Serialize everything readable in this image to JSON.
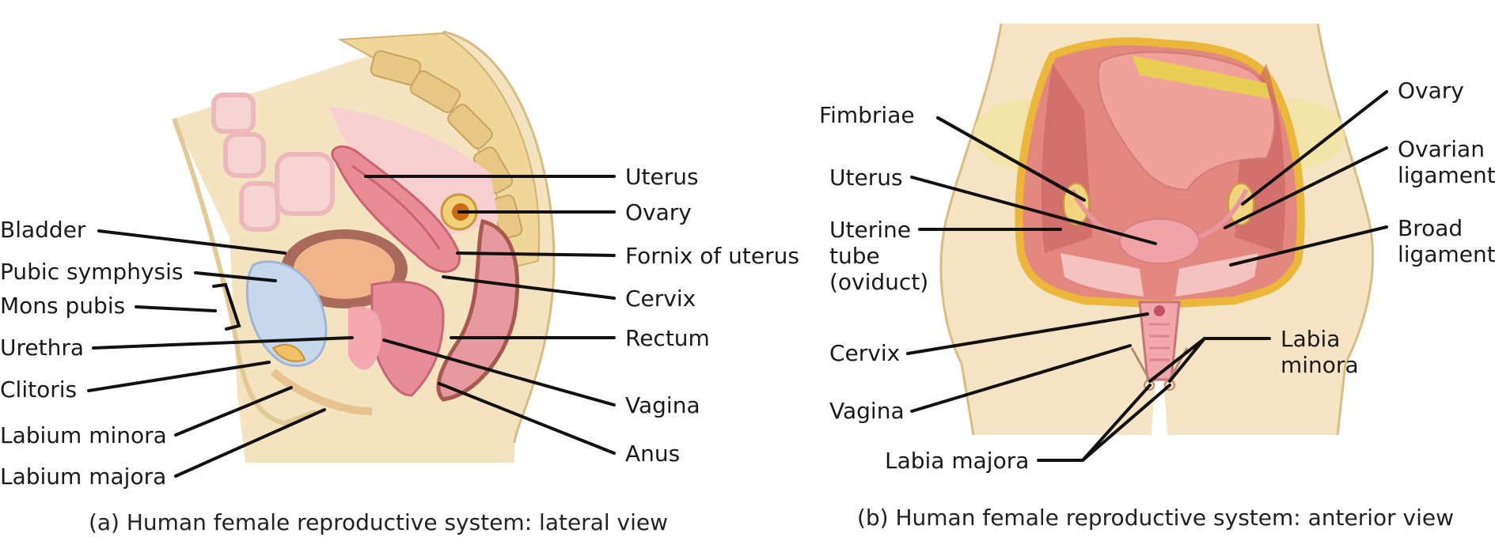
{
  "lateral": {
    "caption": "(a) Human female reproductive system: lateral view",
    "labels": {
      "bladder": "Bladder",
      "pubic_symphysis": "Pubic symphysis",
      "mons_pubis": "Mons pubis",
      "urethra": "Urethra",
      "clitoris": "Clitoris",
      "labium_minora": "Labium minora",
      "labium_majora": "Labium majora",
      "uterus": "Uterus",
      "ovary": "Ovary",
      "fornix": "Fornix of uterus",
      "cervix": "Cervix",
      "rectum": "Rectum",
      "vagina": "Vagina",
      "anus": "Anus"
    }
  },
  "anterior": {
    "caption": "(b) Human female reproductive system: anterior view",
    "labels": {
      "fimbriae": "Fimbriae",
      "uterus": "Uterus",
      "uterine_tube_1": "Uterine",
      "uterine_tube_2": "tube",
      "uterine_tube_3": "(oviduct)",
      "cervix": "Cervix",
      "vagina": "Vagina",
      "labia_majora": "Labia majora",
      "ovary": "Ovary",
      "ovarian_ligament_1": "Ovarian",
      "ovarian_ligament_2": "ligament",
      "broad_ligament_1": "Broad",
      "broad_ligament_2": "ligament",
      "labia_minora_1": "Labia",
      "labia_minora_2": "minora"
    }
  }
}
